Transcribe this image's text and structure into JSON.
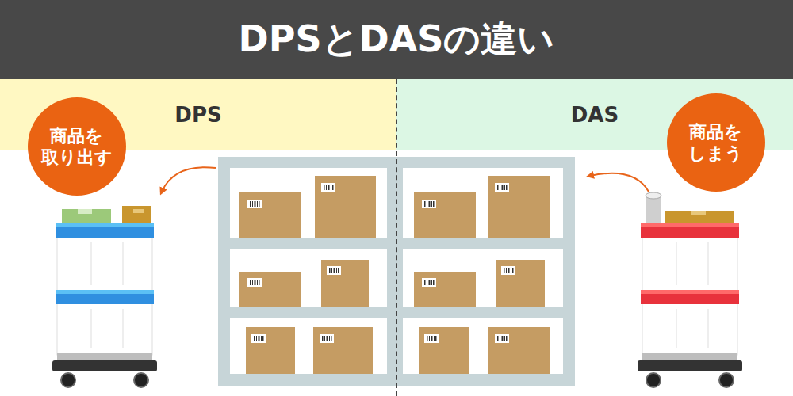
{
  "diagram": {
    "title": "DPSとDASの違い",
    "nodes": [
      {
        "text": [
          "商品を 取り出す"
        ]
      },
      {
        "text": [
          "DPS"
        ]
      },
      {
        "text": [
          "DAS"
        ]
      },
      {
        "text": [
          "商品を しまう"
        ]
      }
    ]
  }
}
